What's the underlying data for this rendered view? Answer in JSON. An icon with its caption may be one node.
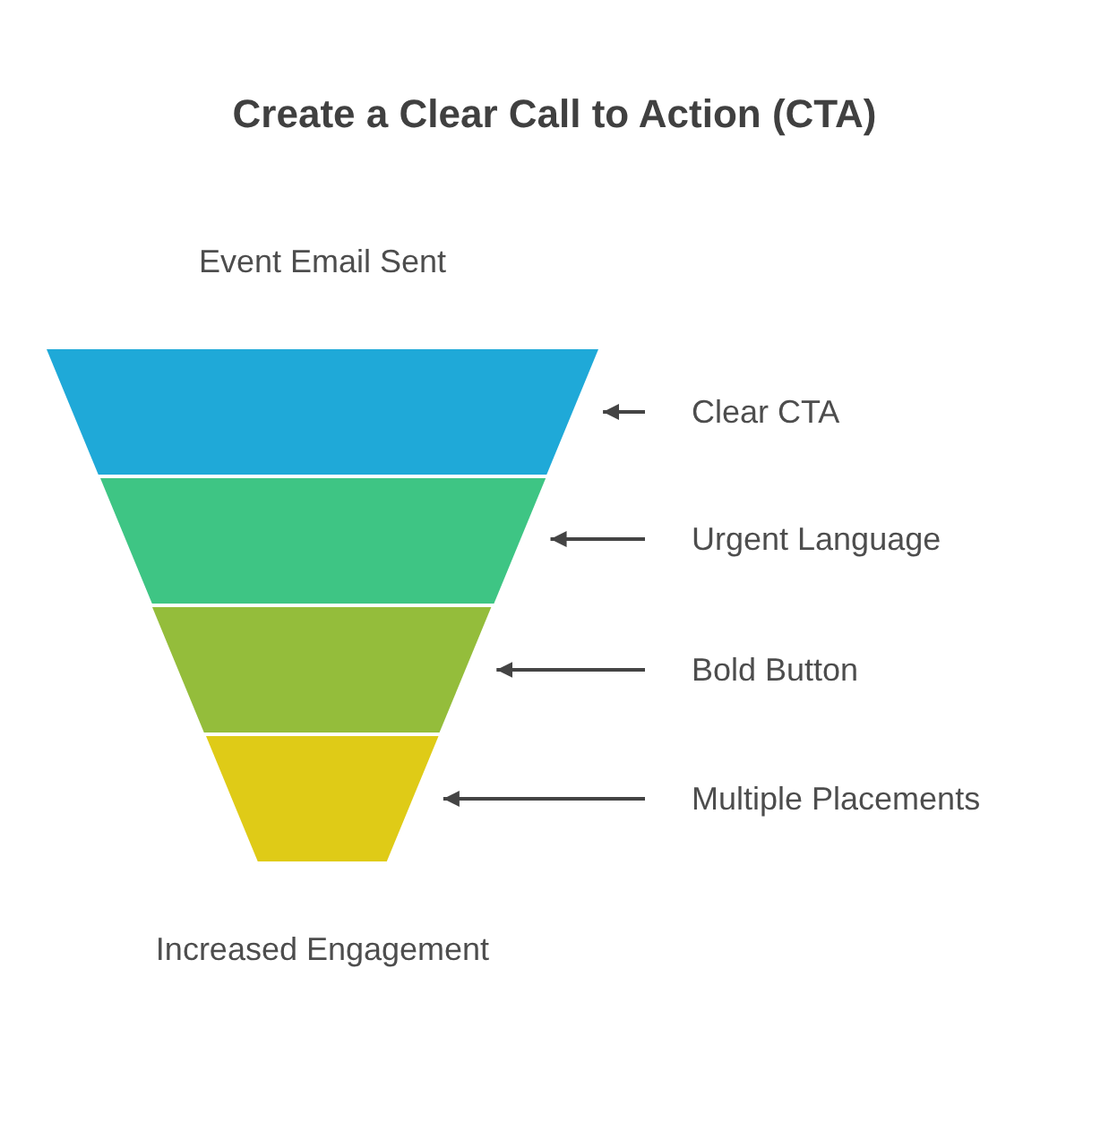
{
  "diagram": {
    "title": "Create a Clear Call to Action (CTA)",
    "nodes": [
      {
        "text": [],
        "shape": "trapezoid"
      },
      {
        "text": [],
        "shape": "trapezoid"
      },
      {
        "text": [],
        "shape": "trapezoid"
      },
      {
        "text": [],
        "shape": "trapezoid"
      },
      {
        "text": [
          "Clear CTA"
        ]
      },
      {
        "text": [
          "Urgent Language"
        ]
      },
      {
        "text": [
          "Bold Button"
        ]
      },
      {
        "text": [
          "Multiple Placements"
        ]
      }
    ],
    "edges": [
      {
        "from": 4,
        "to": 0,
        "arrow": "to"
      },
      {
        "from": 5,
        "to": 1,
        "arrow": "to"
      },
      {
        "from": 6,
        "to": 2,
        "arrow": "to"
      },
      {
        "from": 7,
        "to": 3,
        "arrow": "to"
      }
    ],
    "labels": [
      "Event Email Sent",
      "Increased Engagement"
    ]
  }
}
